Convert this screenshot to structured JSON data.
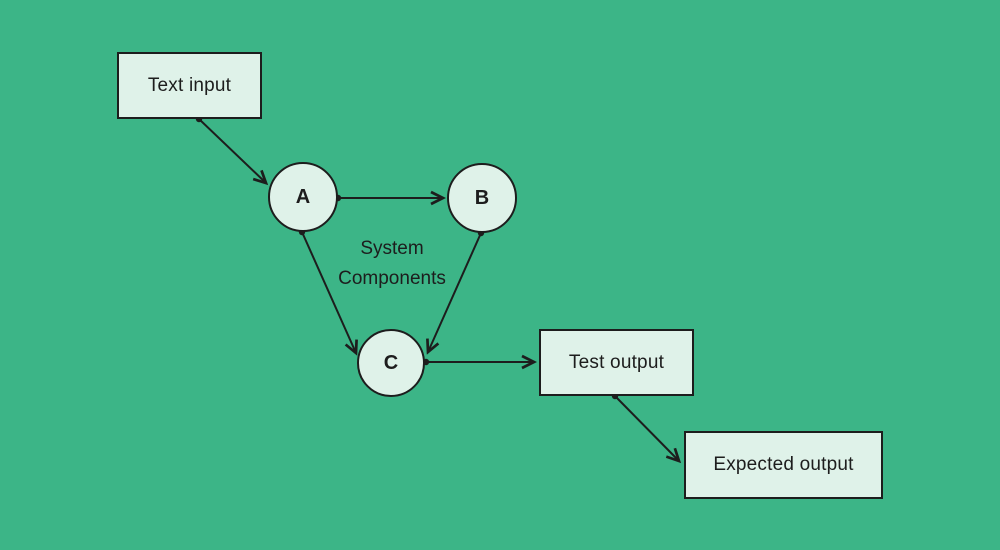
{
  "canvas": {
    "background_color": "#3cb587",
    "shape_fill_color": "#dff2e9",
    "stroke_color": "#1d1d1d"
  },
  "nodes": {
    "text_input": {
      "label": "Text input",
      "shape": "rectangle"
    },
    "node_a": {
      "label": "A",
      "shape": "circle"
    },
    "node_b": {
      "label": "B",
      "shape": "circle"
    },
    "node_c": {
      "label": "C",
      "shape": "circle"
    },
    "test_output": {
      "label": "Test output",
      "shape": "rectangle"
    },
    "expected_output": {
      "label": "Expected output",
      "shape": "rectangle"
    }
  },
  "annotations": {
    "system_components": {
      "label": "System Components"
    }
  },
  "edges": [
    {
      "from": "text_input",
      "to": "node_a",
      "arrowhead": "end"
    },
    {
      "from": "node_a",
      "to": "node_b",
      "arrowhead": "end"
    },
    {
      "from": "node_a",
      "to": "node_c",
      "arrowhead": "end"
    },
    {
      "from": "node_b",
      "to": "node_c",
      "arrowhead": "end"
    },
    {
      "from": "node_c",
      "to": "test_output",
      "arrowhead": "end"
    },
    {
      "from": "test_output",
      "to": "expected_output",
      "arrowhead": "end"
    }
  ]
}
